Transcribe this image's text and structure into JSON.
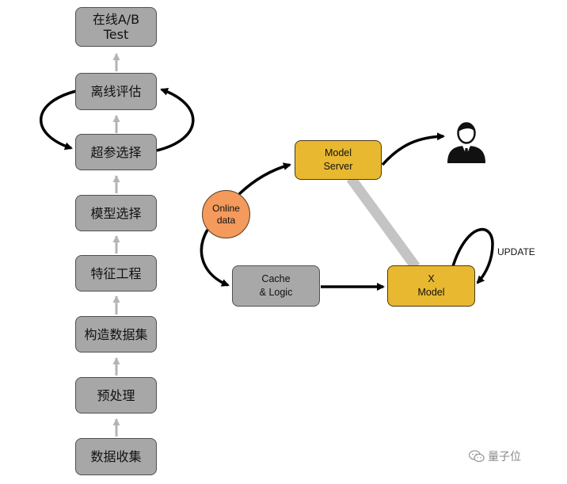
{
  "pipeline": [
    {
      "label": "在线A/B\nTest"
    },
    {
      "label": "离线评估"
    },
    {
      "label": "超参选择"
    },
    {
      "label": "模型选择"
    },
    {
      "label": "特征工程"
    },
    {
      "label": "构造数据集"
    },
    {
      "label": "预处理"
    },
    {
      "label": "数据收集"
    }
  ],
  "flow": {
    "online_data": "Online\ndata",
    "model_server": "Model\nServer",
    "cache_logic": "Cache\n& Logic",
    "x_model": "X\nModel",
    "update_label": "UPDATE",
    "user_icon": "user-icon"
  },
  "watermark": {
    "text": "量子位",
    "icon": "wechat-icon"
  },
  "colors": {
    "pipeline_box": "#a7a7a7",
    "gray_box": "#a8a8a8",
    "gold_box": "#e8b830",
    "online_circle": "#f39a5c",
    "thin_arrow": "#b4b4b4",
    "thick_arrow": "#000000",
    "connector": "#c4c4c4"
  }
}
